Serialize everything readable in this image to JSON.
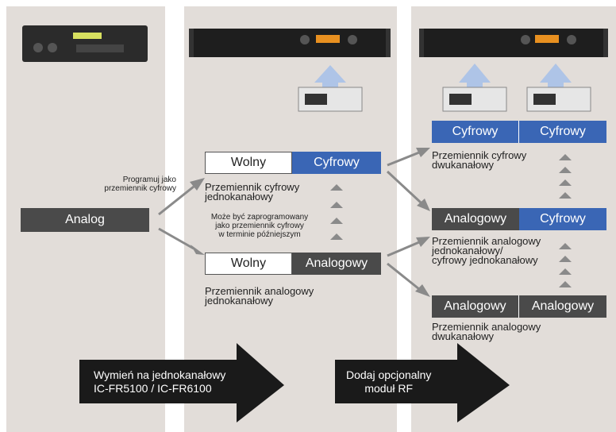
{
  "left": {
    "analog_label": "Analog",
    "program_note": "Programuj jako\nprzemiennik cyfrowy"
  },
  "middle": {
    "row1": {
      "left": "Wolny",
      "right": "Cyfrowy"
    },
    "row1_caption": "Przemiennik cyfrowy\njednokanałowy",
    "later_note": "Może być zaprogramowany\njako przemiennik cyfrowy\nw terminie późniejszym",
    "row2": {
      "left": "Wolny",
      "right": "Analogowy"
    },
    "row2_caption": "Przemiennik analogowy\njednokanałowy"
  },
  "right": {
    "row1": {
      "left": "Cyfrowy",
      "right": "Cyfrowy"
    },
    "row1_caption": "Przemiennik cyfrowy\ndwukanałowy",
    "row2": {
      "left": "Analogowy",
      "right": "Cyfrowy"
    },
    "row2_caption": "Przemiennik analogowy\njednokanałowy/\ncyfrowy jednokanałowy",
    "row3": {
      "left": "Analogowy",
      "right": "Analogowy"
    },
    "row3_caption": "Przemiennik analogowy\ndwukanałowy"
  },
  "big_arrows": {
    "first": "Wymień na jednokanałowy\nIC-FR5100 / IC-FR6100",
    "second": "Dodaj opcjonalny\nmoduł RF"
  },
  "colors": {
    "panel": "#e2ddd9",
    "dark_box": "#4a4a4a",
    "blue_box": "#3a66b5",
    "connector": "#8a8a8a",
    "arrow": "#1a1a1a"
  }
}
